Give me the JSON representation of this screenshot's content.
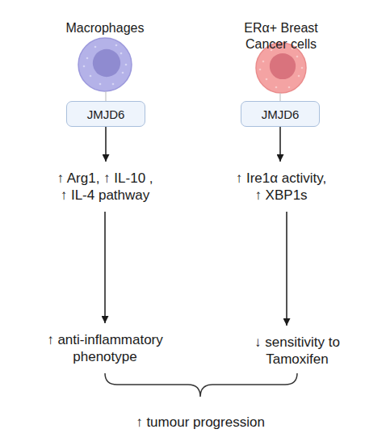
{
  "diagram": {
    "nodes": [
      {
        "text": [
          "Macrophages"
        ]
      },
      {
        "text": [
          "JMJD6"
        ]
      },
      {
        "text": [
          "ERα+ Breast Cancer cells"
        ]
      },
      {
        "text": [
          "JMJD6"
        ]
      },
      {
        "text": [
          "↑ Arg1, ↑ IL-10 , ↑ IL-4 pathway"
        ]
      },
      {
        "text": [
          "↑ Ire1α activity, ↑ XBP1s"
        ]
      },
      {
        "text": [
          "↑ anti-inflammatory phenotype"
        ]
      },
      {
        "text": [
          "↓ sensitivity to Tamoxifen"
        ]
      }
    ],
    "edges": [
      {
        "from": 0,
        "to": 1,
        "arrow": "none"
      },
      {
        "from": 2,
        "to": 3,
        "arrow": "none"
      },
      {
        "from": 1,
        "to": 4,
        "arrow": "to"
      },
      {
        "from": 3,
        "to": 5,
        "arrow": "to"
      },
      {
        "from": 4,
        "to": 6,
        "arrow": "to"
      },
      {
        "from": 5,
        "to": 7,
        "arrow": "to"
      }
    ],
    "labels": [
      "↑ tumour progression"
    ]
  }
}
